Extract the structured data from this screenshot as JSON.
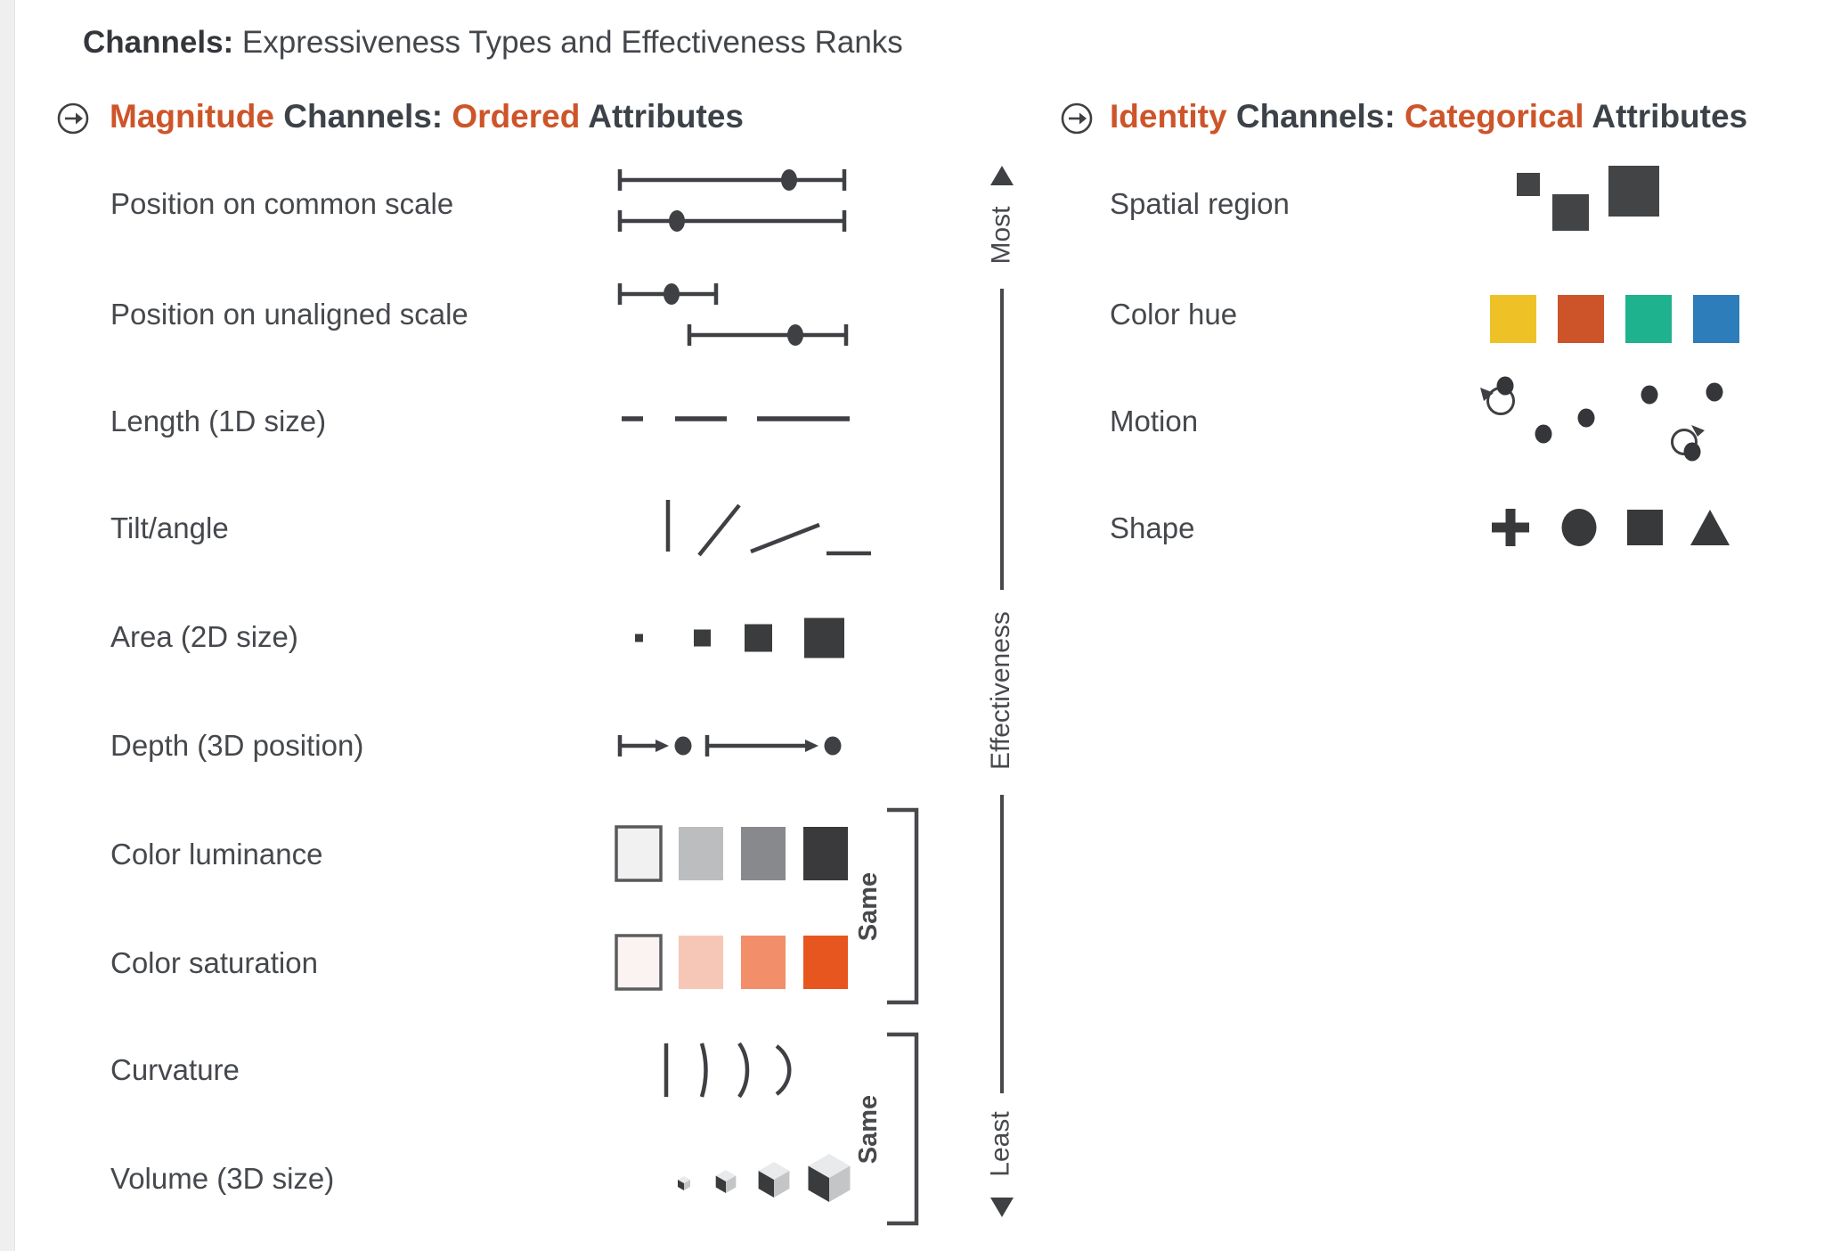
{
  "title": {
    "bold": "Channels:",
    "rest": " Expressiveness Types and Effectiveness Ranks"
  },
  "left_section": {
    "header": {
      "h1": "Magnitude",
      "h2": " Channels: ",
      "h3": "Ordered",
      "h4": " Attributes"
    },
    "rows": [
      {
        "label": "Position on common scale"
      },
      {
        "label": "Position on unaligned scale"
      },
      {
        "label": "Length (1D size)"
      },
      {
        "label": "Tilt/angle"
      },
      {
        "label": "Area (2D size)"
      },
      {
        "label": "Depth (3D position)"
      },
      {
        "label": "Color luminance"
      },
      {
        "label": "Color saturation"
      },
      {
        "label": "Curvature"
      },
      {
        "label": "Volume (3D size)"
      }
    ]
  },
  "right_section": {
    "header": {
      "h1": "Identity",
      "h2": " Channels: ",
      "h3": "Categorical",
      "h4": " Attributes"
    },
    "rows": [
      {
        "label": "Spatial region"
      },
      {
        "label": "Color hue"
      },
      {
        "label": "Motion"
      },
      {
        "label": "Shape"
      }
    ]
  },
  "axis": {
    "most": "Most",
    "label": "Effectiveness",
    "least": "Least"
  },
  "brackets": {
    "same1": "Same",
    "same2": "Same"
  },
  "colors": {
    "accent": "#cd5529",
    "glyph_dark": "#3e4043",
    "luminance": [
      "#f1f1f2",
      "#bbbdbf",
      "#87898c",
      "#3a3a3c"
    ],
    "luminance_border": "#58595c",
    "saturation": [
      "#faf3f1",
      "#f6c7b7",
      "#f28e6a",
      "#e8561f"
    ],
    "saturation_border": "#5c5d5f",
    "hue": [
      "#eec227",
      "#cd5429",
      "#1fb28e",
      "#2d7dbb"
    ],
    "cube": {
      "top": "#e9eaec",
      "left": "#3a3b3d",
      "right": "#c3c5c7"
    }
  }
}
